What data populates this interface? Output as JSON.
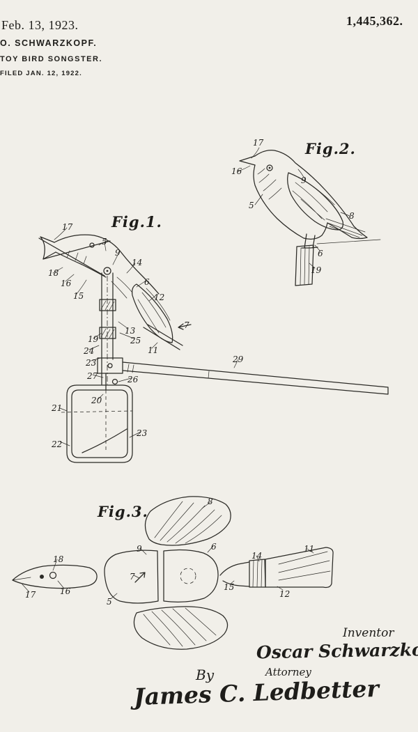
{
  "header": {
    "date": "Feb. 13, 1923.",
    "patent_number": "1,445,362.",
    "applicant": "O. SCHWARZKOPF.",
    "title": "TOY BIRD SONGSTER.",
    "filed_line": "FILED JAN. 12, 1922."
  },
  "fig1": {
    "label": "Fig.1.",
    "numerals": [
      "17",
      "5",
      "9",
      "14",
      "18",
      "16",
      "6",
      "15",
      "12",
      "13",
      "25",
      "19",
      "24",
      "23",
      "27",
      "26",
      "7",
      "11",
      "29",
      "20",
      "21",
      "22",
      "23"
    ]
  },
  "fig2": {
    "label": "Fig.2.",
    "numerals": [
      "17",
      "16",
      "5",
      "9",
      "8",
      "6",
      "19"
    ]
  },
  "fig3": {
    "label": "Fig.3.",
    "numerals": [
      "8",
      "9",
      "6",
      "18",
      "17",
      "16",
      "7",
      "5",
      "14",
      "11",
      "15",
      "12"
    ]
  },
  "signatures": {
    "inventor_label": "Inventor",
    "inventor_name": "Oscar Schwarzkopf",
    "by_label": "By",
    "attorney_label": "Attorney",
    "attorney_signature": "James C. Ledbetter"
  }
}
